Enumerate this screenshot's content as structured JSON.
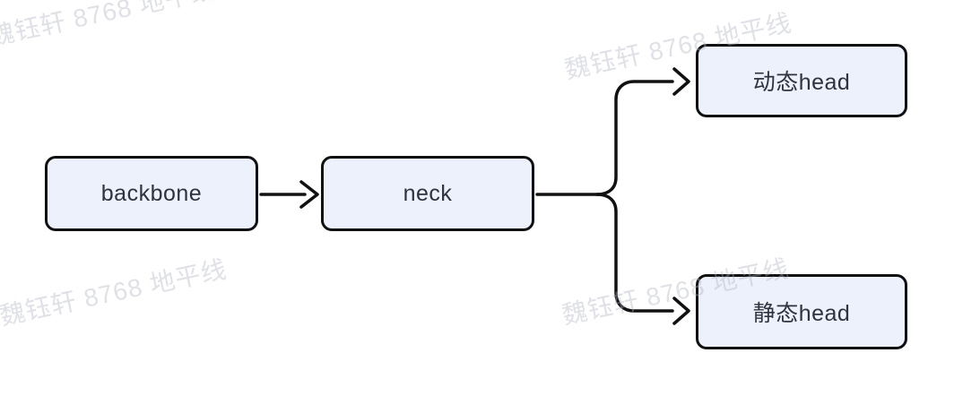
{
  "diagram": {
    "type": "flowchart",
    "direction": "left-to-right",
    "nodes": [
      {
        "id": "backbone",
        "label": "backbone"
      },
      {
        "id": "neck",
        "label": "neck"
      },
      {
        "id": "dynamic_head",
        "label": "动态head"
      },
      {
        "id": "static_head",
        "label": "静态head"
      }
    ],
    "edges": [
      {
        "from": "backbone",
        "to": "neck"
      },
      {
        "from": "neck",
        "to": "dynamic_head"
      },
      {
        "from": "neck",
        "to": "static_head"
      }
    ],
    "colors": {
      "node_fill": "#EDF1FB",
      "node_border": "#111111",
      "node_text": "#2F333C",
      "edge_line": "#111111",
      "watermark_text": "#E2E4EA",
      "background": "#FFFFFF"
    }
  },
  "watermark": {
    "text": "魏钰轩 8768 地平线"
  }
}
